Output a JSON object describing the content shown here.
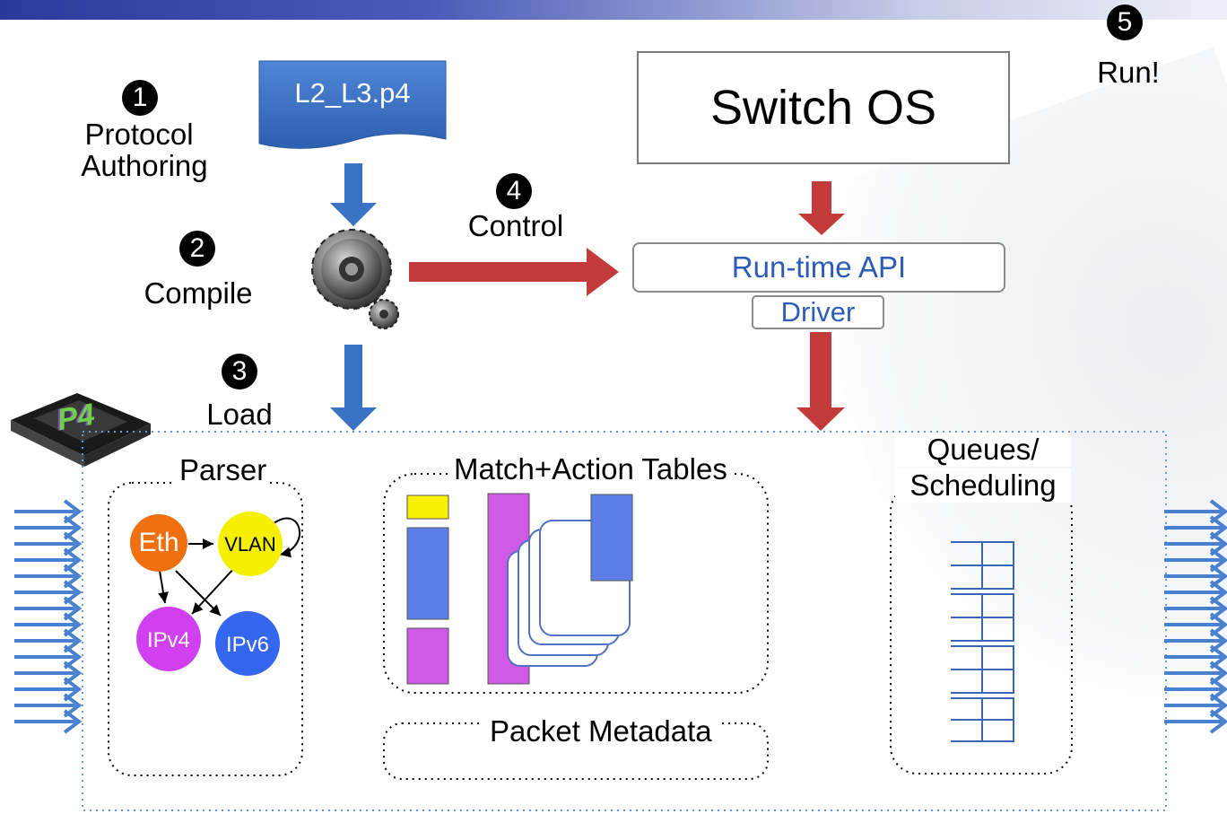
{
  "file": {
    "name": "L2_L3.p4"
  },
  "steps": [
    {
      "number": "1",
      "label_line1": "Protocol",
      "label_line2": "Authoring"
    },
    {
      "number": "2",
      "label": "Compile"
    },
    {
      "number": "3",
      "label": "Load"
    },
    {
      "number": "4",
      "label": "Control"
    },
    {
      "number": "5",
      "label": "Run!"
    }
  ],
  "switch_os": "Switch OS",
  "runtime_api": "Run-time API",
  "driver": "Driver",
  "chip_logo": "P4",
  "pipeline": {
    "parser": {
      "title": "Parser",
      "nodes": {
        "eth": "Eth",
        "vlan": "VLAN",
        "ipv4": "IPv4",
        "ipv6": "IPv6"
      }
    },
    "tables": {
      "title": "Match+Action Tables"
    },
    "metadata": "Packet Metadata",
    "queues": {
      "title_line1": "Queues/",
      "title_line2": "Scheduling"
    }
  },
  "colors": {
    "blue_arrow": "#3a72c4",
    "red_arrow": "#c23a3a",
    "text_blue": "#2d5cb8",
    "eth": "#f07010",
    "vlan": "#f4f000",
    "ipv4": "#d03ff0",
    "ipv6": "#3466f0",
    "table_blue": "#5b7fe6",
    "table_magenta": "#d05ae8",
    "table_yellow": "#f8f000"
  }
}
